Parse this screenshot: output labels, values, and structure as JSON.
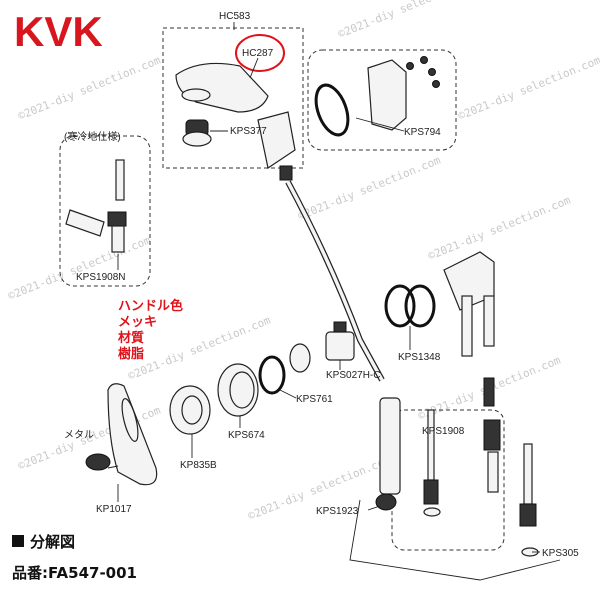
{
  "brand": "KVK",
  "section_title": "分解図",
  "model": "品番:FA547-001",
  "handle_note": [
    "ハンドル色",
    "メッキ",
    "材質",
    "樹脂"
  ],
  "cold_region_label": "(寒冷地仕様)",
  "metal_label": "メタル",
  "watermark": "©2021-diy selection.com",
  "colors": {
    "brand": "#d7161d",
    "note": "#e0121a",
    "highlight_circle": "#e0121a"
  },
  "parts": {
    "hc583": "HC583",
    "hc287": "HC287",
    "kps377": "KPS377",
    "kps794": "KPS794",
    "kps1908n": "KPS1908N",
    "kps1348": "KPS1348",
    "kps027hc": "KPS027H-C",
    "kps761": "KPS761",
    "kps674": "KPS674",
    "kp835b": "KP835B",
    "kp1017": "KP1017",
    "kps1908": "KPS1908",
    "kps1923": "KPS1923",
    "kps305": "KPS305"
  }
}
